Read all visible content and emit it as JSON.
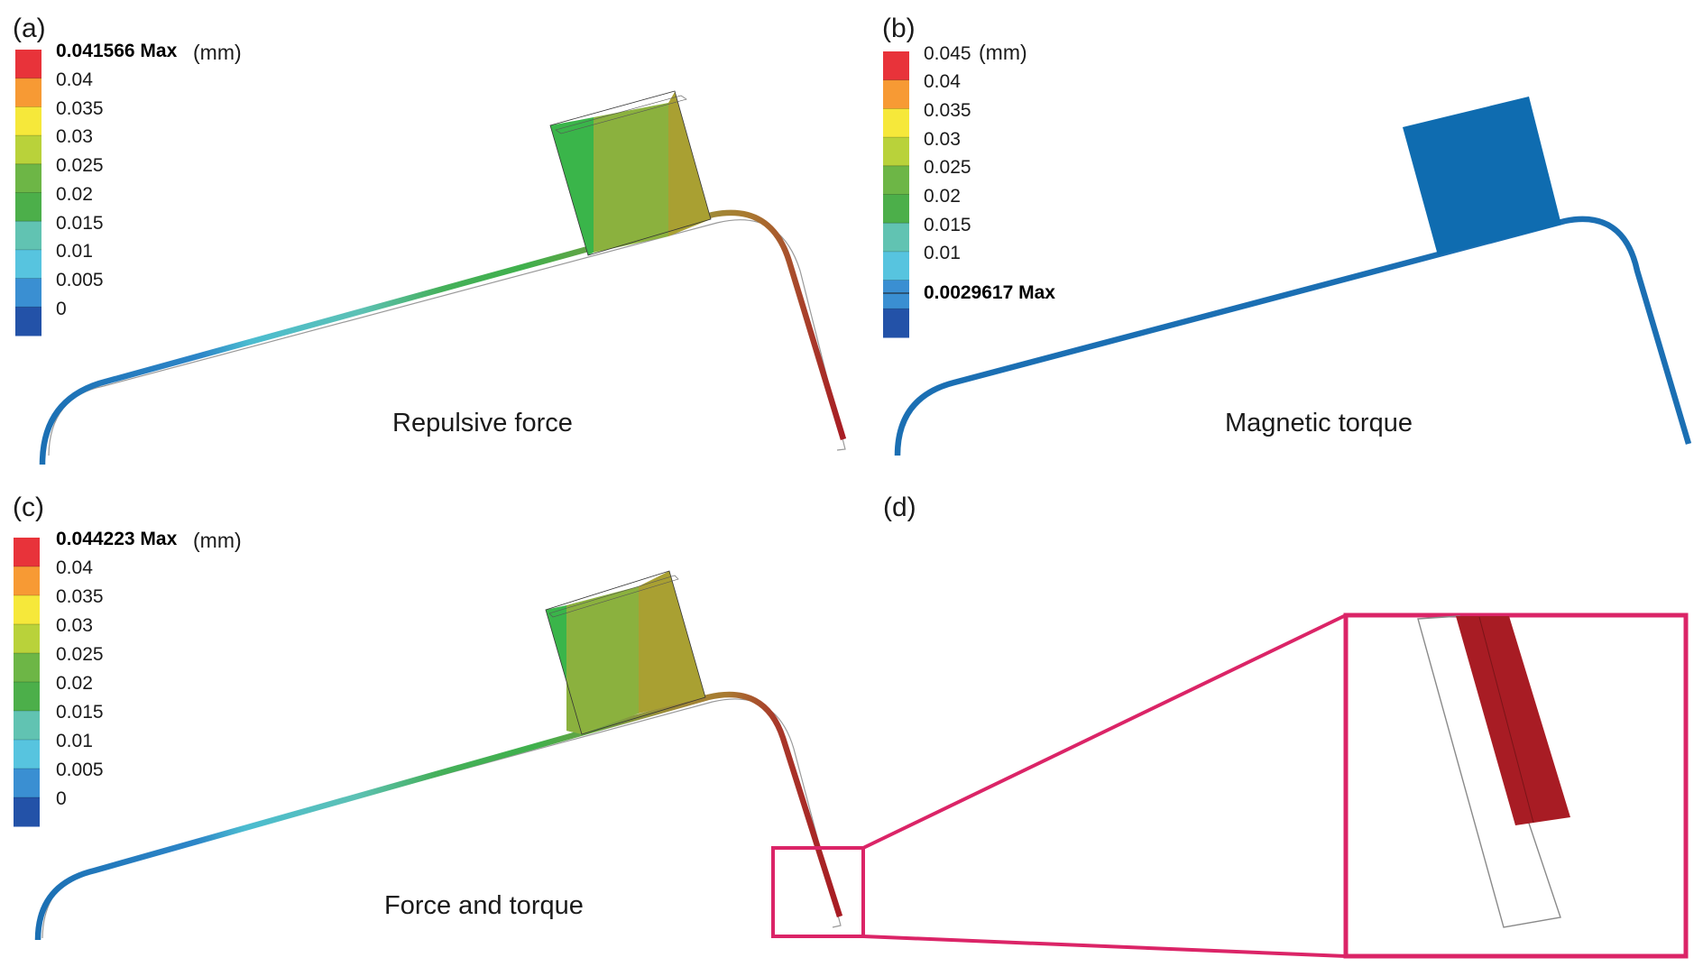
{
  "figure": {
    "panels": [
      {
        "id": "a",
        "label": "(a)",
        "caption": "Repulsive force",
        "legend": {
          "max_label": "0.041566 Max",
          "unit": "(mm)",
          "ticks": [
            "0.04",
            "0.035",
            "0.03",
            "0.025",
            "0.02",
            "0.015",
            "0.01",
            "0.005",
            "0"
          ]
        }
      },
      {
        "id": "b",
        "label": "(b)",
        "caption": "Magnetic torque",
        "legend": {
          "top_label": "0.045",
          "unit": "(mm)",
          "ticks": [
            "0.04",
            "0.035",
            "0.03",
            "0.025",
            "0.02",
            "0.015",
            "0.01"
          ],
          "max_label": "0.0029617 Max"
        }
      },
      {
        "id": "c",
        "label": "(c)",
        "caption": "Force and torque",
        "legend": {
          "max_label": "0.044223 Max",
          "unit": "(mm)",
          "ticks": [
            "0.04",
            "0.035",
            "0.03",
            "0.025",
            "0.02",
            "0.015",
            "0.01",
            "0.005",
            "0"
          ]
        }
      },
      {
        "id": "d",
        "label": "(d)",
        "caption": ""
      }
    ],
    "colormap": [
      "#e8333a",
      "#f79a34",
      "#f6e83a",
      "#b9d23a",
      "#6db646",
      "#4caf4a",
      "#61c3b2",
      "#57c4df",
      "#3a8fd2",
      "#2352a8"
    ],
    "colors": {
      "uniform_blue": "#1b6fb3",
      "tip_red": "#a81c24",
      "magnet_green": "#3ab54a",
      "magnet_olive": "#8bb13e",
      "magnet_khaki": "#a9a032",
      "zoom_frame": "#db2467",
      "outline": "#9a9a9a"
    }
  }
}
